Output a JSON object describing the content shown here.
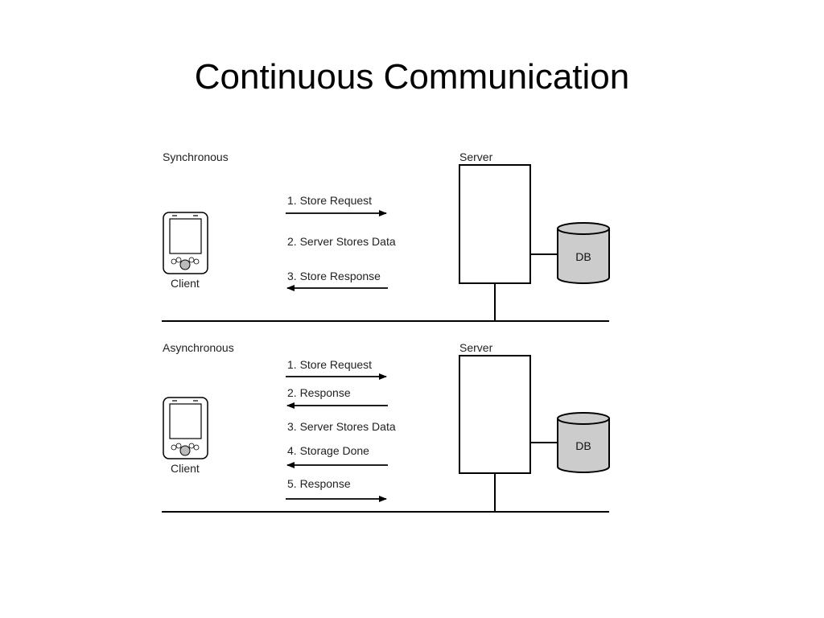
{
  "title": "Continuous Communication",
  "sections": [
    {
      "label": "Synchronous",
      "server_label": "Server",
      "db_label": "DB",
      "client_label": "Client",
      "steps": [
        {
          "text": "1. Store Request",
          "arrow": "right"
        },
        {
          "text": "2. Server Stores Data",
          "arrow": "none"
        },
        {
          "text": "3. Store Response",
          "arrow": "left"
        }
      ]
    },
    {
      "label": "Asynchronous",
      "server_label": "Server",
      "db_label": "DB",
      "client_label": "Client",
      "steps": [
        {
          "text": "1. Store Request",
          "arrow": "right"
        },
        {
          "text": "2. Response",
          "arrow": "left"
        },
        {
          "text": "3. Server Stores Data",
          "arrow": "none"
        },
        {
          "text": "4. Storage Done",
          "arrow": "left"
        },
        {
          "text": "5. Response",
          "arrow": "right"
        }
      ]
    }
  ],
  "colors": {
    "db_fill": "#cccccc",
    "line": "#000000"
  }
}
